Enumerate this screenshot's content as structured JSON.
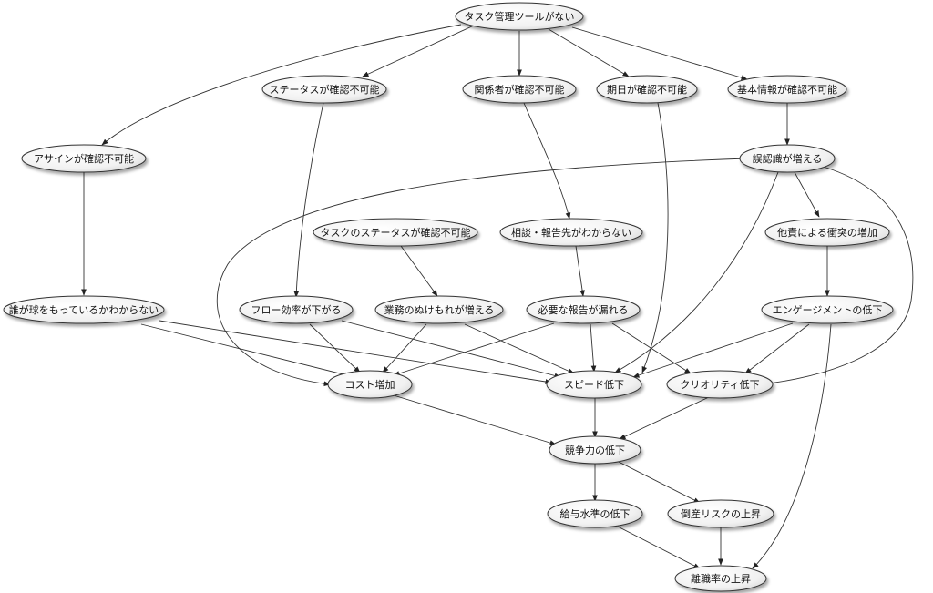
{
  "nodes": {
    "root": "タスク管理ツールがない",
    "status": "ステータスが確認不可能",
    "stakeholders": "関係者が確認不可能",
    "deadline": "期日が確認不可能",
    "basic": "基本情報が確認不可能",
    "assignee": "アサインが確認不可能",
    "misrec": "誤認識が増える",
    "task_status": "タスクのステータスが確認不可能",
    "consult": "相談・報告先がわからない",
    "blame": "他責による衝突の増加",
    "ball": "誰が球をもっているかわからない",
    "flow": "フロー効率が下がる",
    "omission": "業務のぬけもれが増える",
    "report_leak": "必要な報告が漏れる",
    "engagement": "エンゲージメントの低下",
    "cost": "コスト増加",
    "speed": "スピード低下",
    "quality": "クリオリティ低下",
    "compete": "競争力の低下",
    "salary": "給与水準の低下",
    "bankrupt": "倒産リスクの上昇",
    "turnover": "離職率の上昇"
  }
}
